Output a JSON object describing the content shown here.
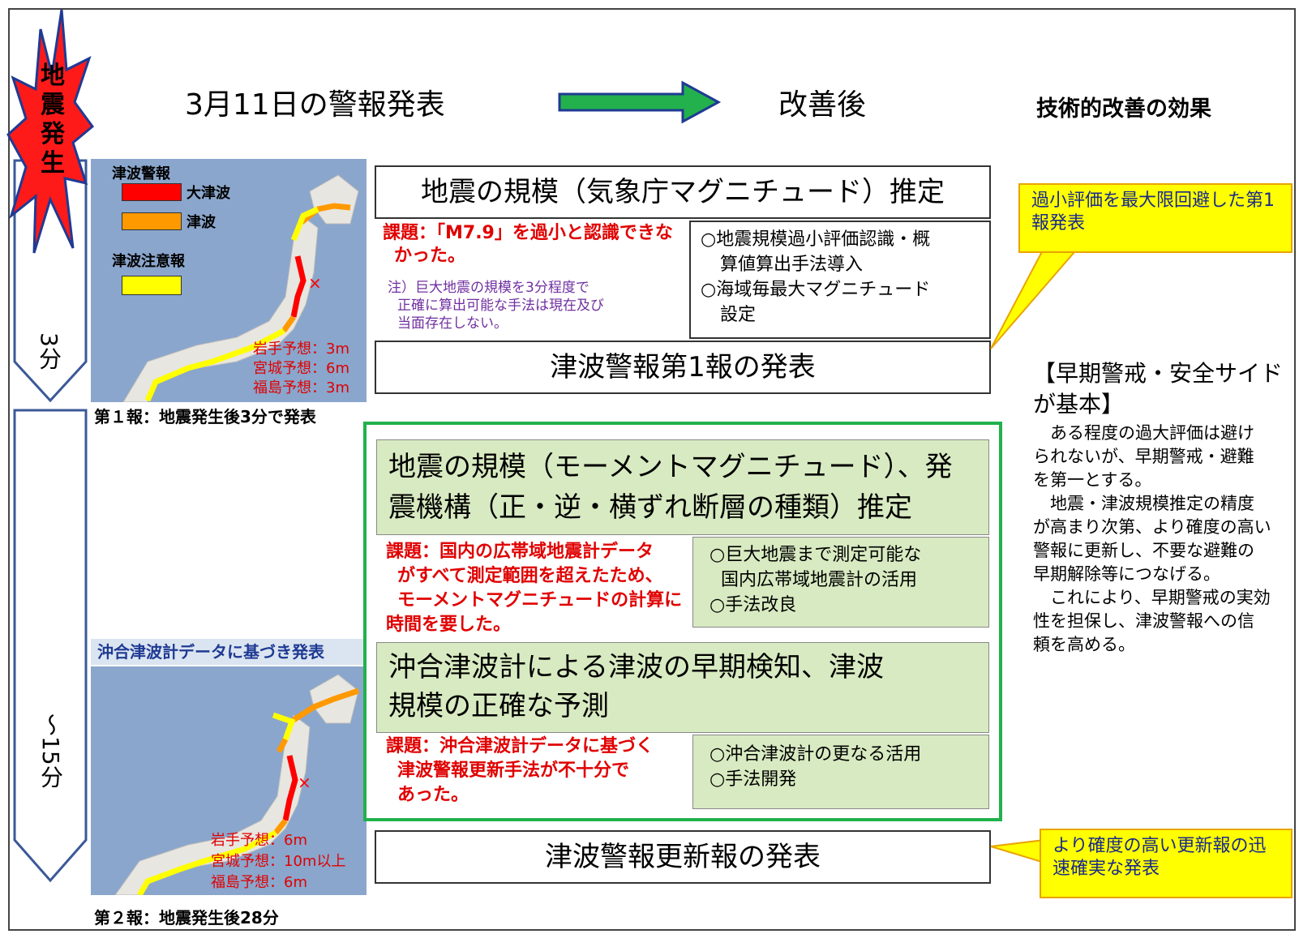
{
  "quake_badge": {
    "lines": [
      "地",
      "震",
      "発",
      "生"
    ]
  },
  "headers": {
    "march11": "3月11日の警報発表",
    "improved": "改善後",
    "effects": "技術的改善の効果"
  },
  "timeline": {
    "label_3min": "3分",
    "label_15min": "～15分"
  },
  "map1": {
    "legend_warning": "津波警報",
    "legend_major": "大津波",
    "legend_tsunami": "津波",
    "legend_advisory": "津波注意報",
    "forecast": [
      "岩手予想：3m",
      "宮城予想：6m",
      "福島予想：3m"
    ],
    "caption": "第１報：地震発生後3分で発表"
  },
  "map2": {
    "header": "沖合津波計データに基づき発表",
    "forecast": [
      "岩手予想：6m",
      "宮城予想：10m以上",
      "福島予想：6m"
    ],
    "caption": "第２報：地震発生後28分"
  },
  "step1": {
    "title": "地震の規模（気象庁マグニチュード）推定",
    "issue_lines": [
      "課題：「M7.9」を過小と認識できな",
      "かった。"
    ],
    "note_lines": [
      "注）巨大地震の規模を3分程度で",
      "正確に算出可能な手法は現在及び",
      "当面存在しない。"
    ],
    "solution_lines": [
      "○地震規模過小評価認識・概",
      "算値算出手法導入",
      "○海域毎最大マグニチュード",
      "設定"
    ]
  },
  "release1": "津波警報第1報の発表",
  "step2": {
    "title_lines": [
      "地震の規模（モーメントマグニチュード）、発",
      "震機構（正・逆・横ずれ断層の種類）推定"
    ],
    "issue_lines": [
      "課題：国内の広帯域地震計データ",
      "がすべて測定範囲を超えたため、",
      "モーメントマグニチュードの計算に",
      "時間を要した。"
    ],
    "solution_lines": [
      "○巨大地震まで測定可能な",
      "国内広帯域地震計の活用",
      "○手法改良"
    ]
  },
  "step3": {
    "title_lines": [
      "沖合津波計による津波の早期検知、津波",
      "規模の正確な予測"
    ],
    "issue_lines": [
      "課題：沖合津波計データに基づく",
      "津波警報更新手法が不十分で",
      "あった。"
    ],
    "solution_lines": [
      "○沖合津波計の更なる活用",
      "○手法開発"
    ]
  },
  "release2": "津波警報更新報の発表",
  "callout1": "過小評価を最大限回避した第1報発表",
  "callout2": "より確度の高い更新報の迅速確実な発表",
  "principle": {
    "title_lines": [
      "【早期警戒・安全サイド",
      "が基本】"
    ],
    "body_lines": [
      "　ある程度の過大評価は避け",
      "られないが、早期警戒・避難",
      "を第一とする。",
      "　地震・津波規模推定の精度",
      "が高まり次第、より確度の高い",
      "警報に更新し、不要な避難の",
      "早期解除等につなげる。",
      "　これにより、早期警戒の実効",
      "性を担保し、津波警報への信",
      "頼を高める。"
    ]
  },
  "colors": {
    "major": "#ff0000",
    "tsunami": "#ff9900",
    "advisory": "#ffff00",
    "green_border": "#22b14c",
    "green_fill": "#d8eac1",
    "callout_fill": "#ffff00",
    "callout_text": "#1a2a8a",
    "timeline_blue": "#3b5998"
  }
}
